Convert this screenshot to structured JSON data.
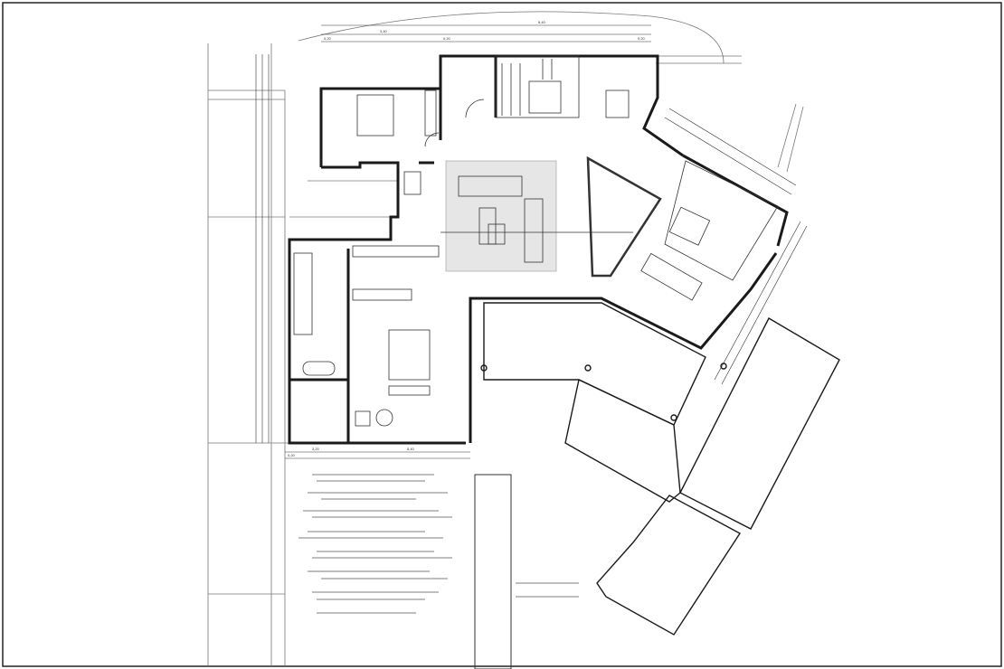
{
  "drawing": {
    "type": "architectural floor plan",
    "line_color": "#1a1a1a",
    "fill_gray": "#e6e6e6",
    "dimension_labels": {
      "top_1": "0,20",
      "top_2": "3,40",
      "top_3": "8,40",
      "top_4": "0,20",
      "top_5": "0,20",
      "bottom_1": "3,20",
      "bottom_2": "8,40",
      "bottom_3": "0,20"
    }
  }
}
